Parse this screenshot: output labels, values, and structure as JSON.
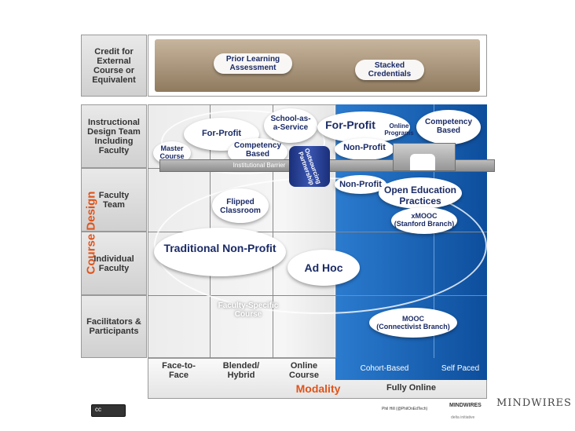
{
  "rows": {
    "credit": "Credit for\nExternal\nCourse or\nEquivalent",
    "instructional": "Instructional\nDesign Team\nIncluding\nFaculty",
    "faculty_team": "Faculty\nTeam",
    "individual": "Individual\nFaculty",
    "facilitators": "Facilitators &\nParticipants"
  },
  "axes": {
    "y_label": "Course Design",
    "x_label": "Modality"
  },
  "columns": {
    "face": "Face-to-\nFace",
    "blended": "Blended/\nHybrid",
    "online": "Online\nCourse",
    "fully_online": "Fully Online",
    "cohort": "Cohort-Based",
    "self_paced": "Self Paced"
  },
  "clouds": {
    "prior_learning": "Prior Learning\nAssessment",
    "stacked": "Stacked\nCredentials",
    "master_course": "Master\nCourse",
    "for_profit_left": "For-Profit",
    "school_service": "School-as-\na-Service",
    "for_profit_right": "For-Profit",
    "online_programs": "Online\nPrograms",
    "competency_right": "Competency\nBased",
    "competency_left": "Competency\nBased",
    "institutional_barrier": "Institutional Barrier",
    "outsourcing": "Outsourcing\nPartnership",
    "non_profit_top": "Non-Profit",
    "non_profit_mid": "Non-Profit",
    "oep": "Open Education\nPractices",
    "xmooc": "xMOOC\n(Stanford Branch)",
    "flipped": "Flipped\nClassroom",
    "traditional": "Traditional Non-Profit",
    "ad_hoc": "Ad Hoc",
    "faculty_specific": "Faculty-Specific\nCourse",
    "mooc": "MOOC\n(Connectivist Branch)"
  },
  "footer": {
    "credit_line": "Phil Hill (@PhilOnEdTech)",
    "mid_logo": "MINDWIRES",
    "mid_logo_sub": "delta initiative",
    "brand": "MINDWIRES",
    "cc": "cc"
  },
  "colors": {
    "accent_orange": "#e0531a",
    "navy_text": "#1b2b66",
    "online_blue": "#1565b8",
    "credit_bar": "#9b8466"
  }
}
